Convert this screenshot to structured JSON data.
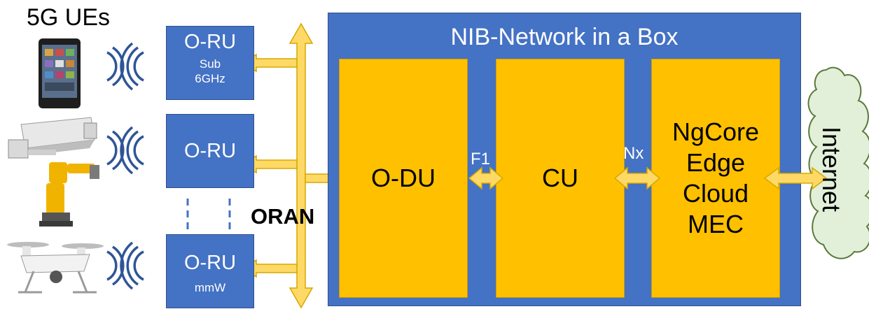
{
  "ue_title": "5G UEs",
  "oru": [
    {
      "label": "O-RU",
      "sub1": "Sub",
      "sub2": "6GHz"
    },
    {
      "label": "O-RU",
      "sub1": "",
      "sub2": ""
    },
    {
      "label": "O-RU",
      "sub1": "mmW",
      "sub2": ""
    }
  ],
  "oran_label": "ORAN",
  "nib_title": "NIB-Network in a Box",
  "blocks": {
    "odu": "O-DU",
    "cu": "CU",
    "core": [
      "NgCore",
      "Edge",
      "Cloud",
      "MEC"
    ]
  },
  "interfaces": {
    "f1": "F1",
    "nx": "Nx"
  },
  "internet_label": "Internet",
  "ue_devices": [
    "smartphone",
    "surveillance-camera",
    "industrial-robot-arm",
    "drone"
  ],
  "colors": {
    "box_blue": "#4472c4",
    "block_yellow": "#ffc000",
    "arrow_fill": "#ffd966",
    "cloud_fill": "#e2f0d9"
  }
}
